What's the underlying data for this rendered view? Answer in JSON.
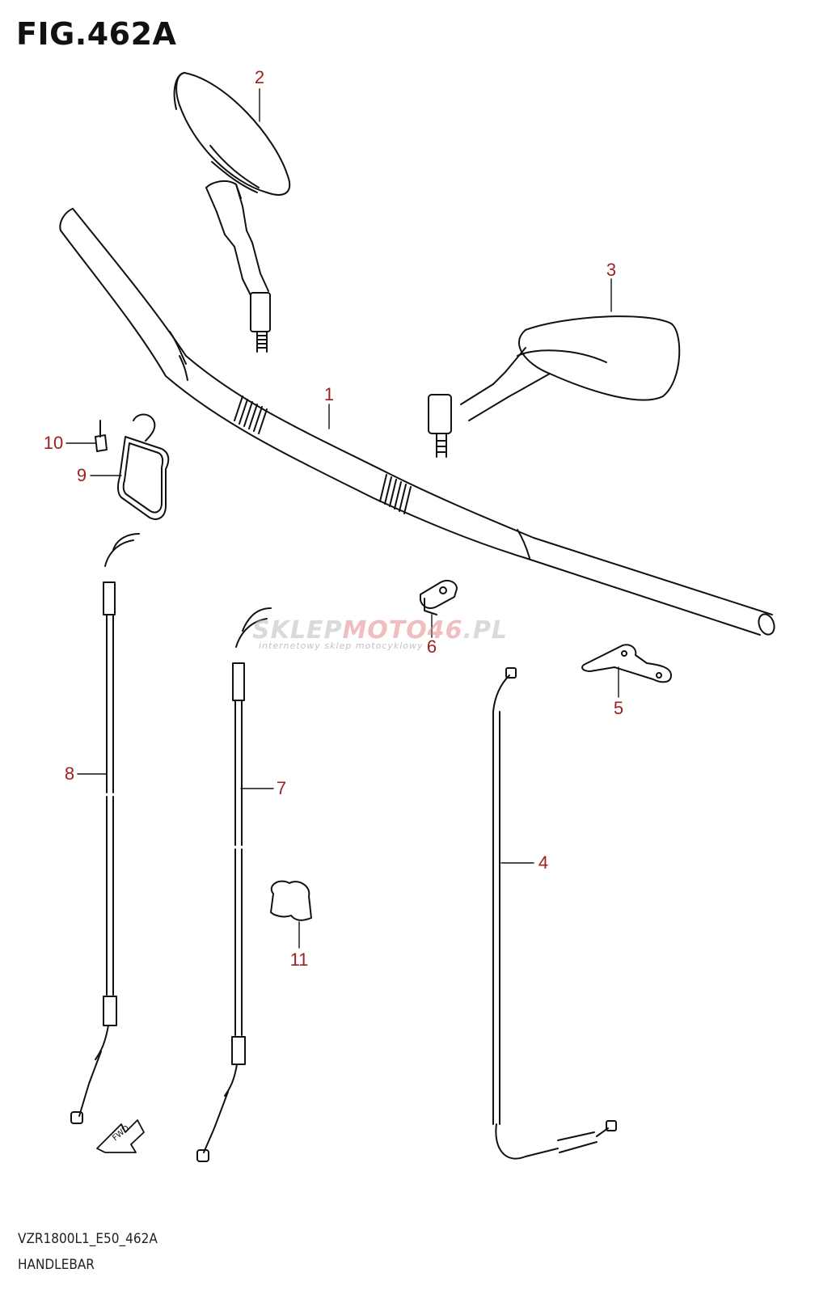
{
  "figure": {
    "title": "FIG.462A",
    "model_code": "VZR1800L1_E50_462A",
    "section": "HANDLEBAR"
  },
  "callouts": [
    {
      "id": "1",
      "label": "1"
    },
    {
      "id": "2",
      "label": "2"
    },
    {
      "id": "3",
      "label": "3"
    },
    {
      "id": "4",
      "label": "4"
    },
    {
      "id": "5",
      "label": "5"
    },
    {
      "id": "6",
      "label": "6"
    },
    {
      "id": "7",
      "label": "7"
    },
    {
      "id": "8",
      "label": "8"
    },
    {
      "id": "9",
      "label": "9"
    },
    {
      "id": "10",
      "label": "10"
    },
    {
      "id": "11",
      "label": "11"
    }
  ],
  "fwd_arrow": {
    "label": "FWD"
  },
  "watermark": {
    "brand_a": "SKLEP",
    "brand_b": "MOTO46",
    "brand_c": ".PL",
    "tagline": "internetowy sklep motocyklowy"
  },
  "colors": {
    "callout": "#a31e1e",
    "line": "#111111"
  }
}
